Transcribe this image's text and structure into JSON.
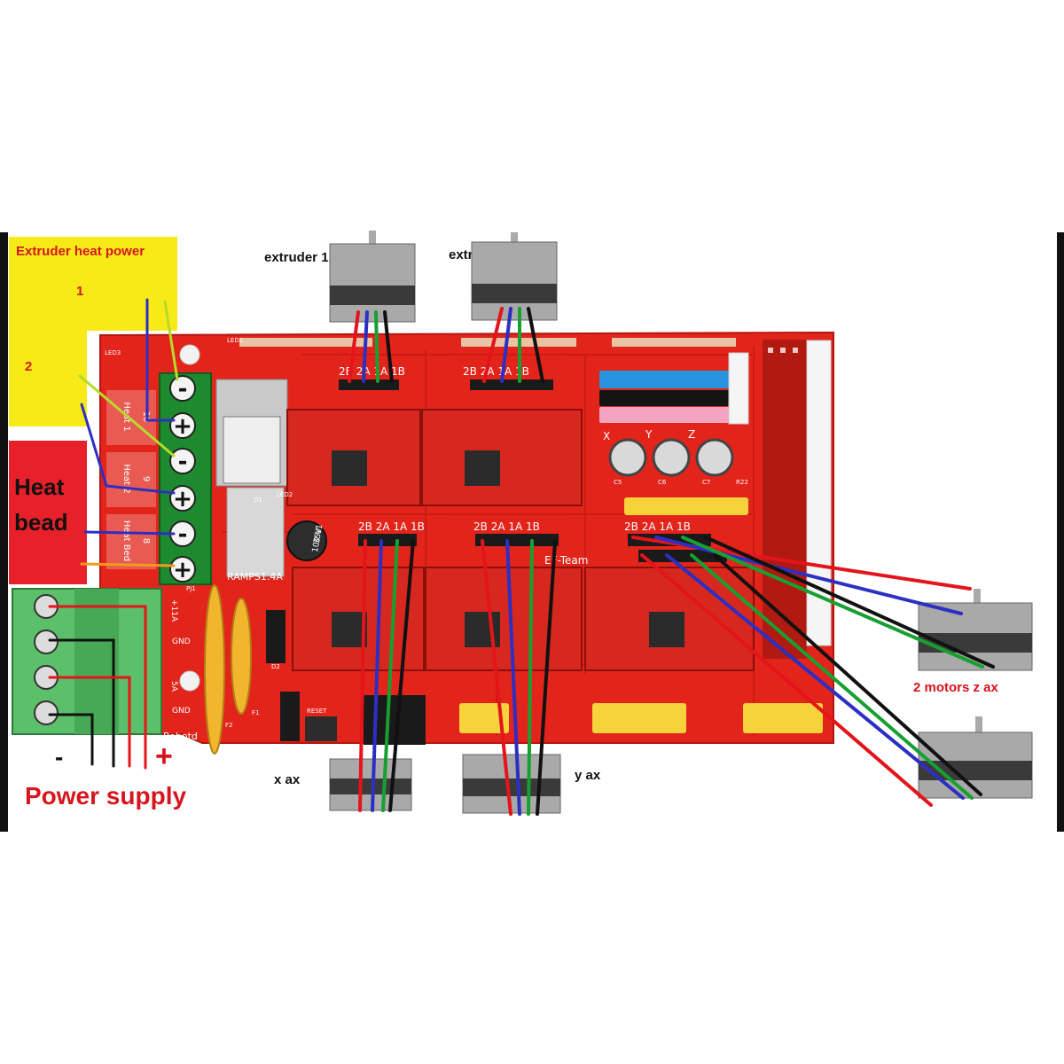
{
  "labels": {
    "extruder_heat_power": "Extruder heat power",
    "heat_channel_1": "1",
    "heat_channel_2": "2",
    "heat_bead_line1": "Heat",
    "heat_bead_line2": "bead",
    "extruder_1_motor": "extruder 1 motor",
    "extruder_2_motor": "extruder 2 motor",
    "x_axis": "x ax",
    "y_axis": "y ax",
    "z_axis": "2 motors z ax",
    "power_supply": "Power supply",
    "minus": "-",
    "plus": "+"
  },
  "board": {
    "model": "RAMPS1.4A",
    "brand": "Robotd",
    "pin_labels": [
      "2B",
      "2A",
      "1A",
      "1B"
    ],
    "terminal_signs": [
      "-",
      "+",
      "-",
      "+",
      "-",
      "+"
    ],
    "heat_labels": [
      "Heat 1",
      "Heat 2",
      "Heat Bed"
    ],
    "heat_numbers": [
      "10",
      "9",
      "8"
    ],
    "axis_letters": [
      "X",
      "Y",
      "Z"
    ],
    "cap_text": [
      "100",
      "35V",
      "V1"
    ],
    "psu_labels": [
      "+11A",
      "GND",
      "5A",
      "GND"
    ],
    "team": "EF-Team",
    "pads": [
      "D1",
      "D2",
      "C5",
      "C6",
      "C7",
      "R22",
      "F1",
      "F2",
      "LED1",
      "LED2",
      "LED3",
      "PJ1",
      "RESET"
    ]
  },
  "colors": {
    "board": "#e3241b",
    "terminal": "#1d8a2f",
    "psu_terminal": "#5cbf6a",
    "wire_red": "#e4141b",
    "wire_blue": "#2c2fc2",
    "wire_green": "#17a032",
    "wire_black": "#111111",
    "wire_yellow_green": "#b5dc2a",
    "wire_orange": "#f39a1d",
    "label_red": "#d8141d",
    "yellow_label": "#f7ea17"
  }
}
